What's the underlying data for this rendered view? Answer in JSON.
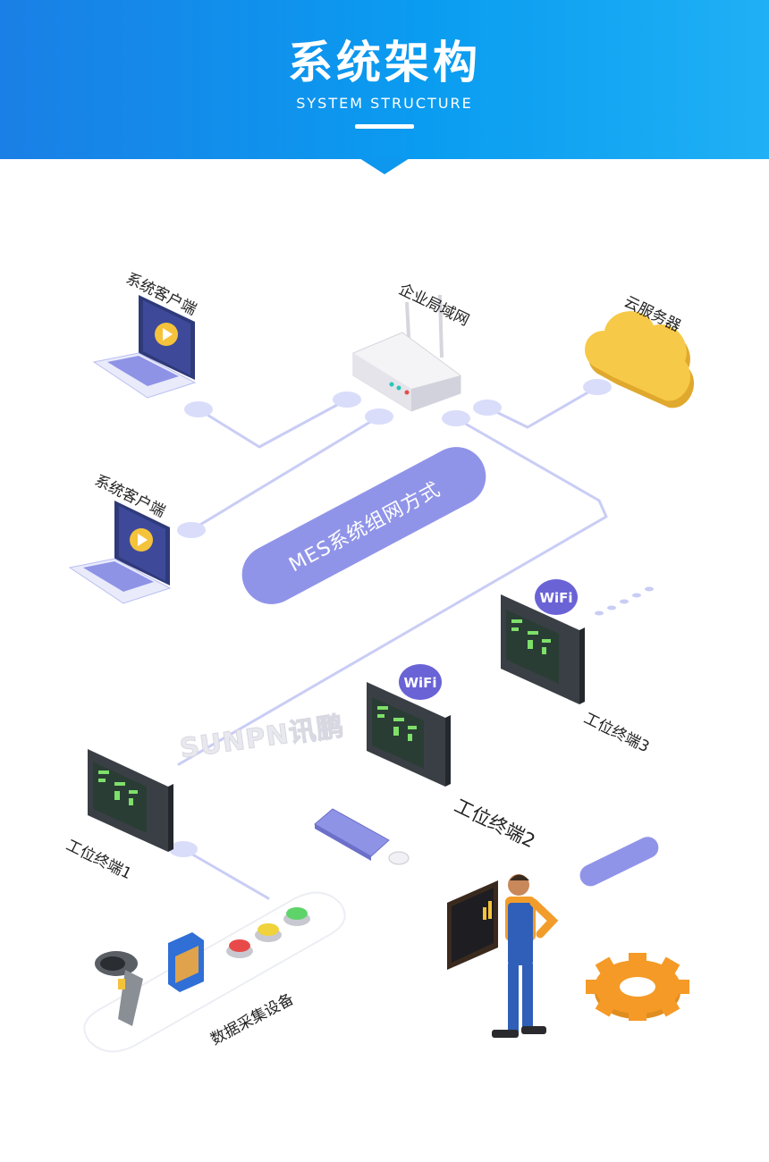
{
  "header": {
    "title": "系统架构",
    "subtitle": "SYSTEM STRUCTURE"
  },
  "diagram": {
    "nodes": {
      "client1": "系统客户端",
      "lan": "企业局域网",
      "cloud": "云服务器",
      "client2": "系统客户端",
      "mes": "MES系统组网方式",
      "terminal3": "工位终端3",
      "terminal2": "工位终端2",
      "terminal1": "工位终端1",
      "data_devices": "数据采集设备"
    },
    "wifi_label": "WiFi",
    "watermark": "SUNPN讯鹏"
  },
  "colors": {
    "header_start": "#1a7fe6",
    "header_end": "#1fb0f5",
    "line": "#c9cdf5",
    "node": "#d9ddfa",
    "pill": "#9094e8",
    "cloud": "#f7c948",
    "wifi_badge": "#6a63d6"
  }
}
